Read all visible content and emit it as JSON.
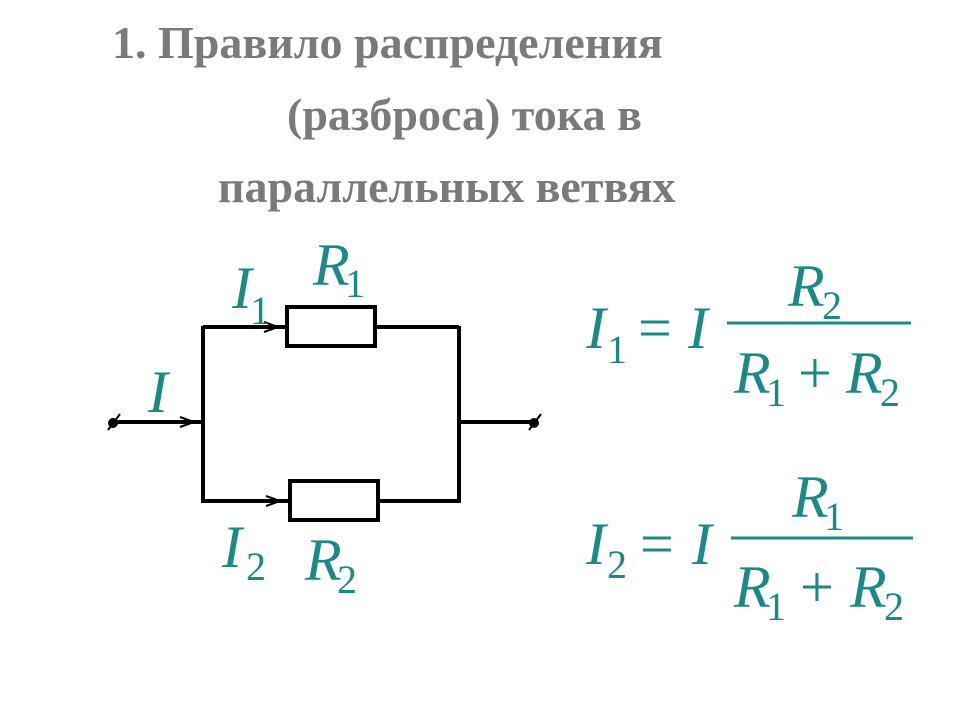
{
  "title": {
    "line1": "1. Правило распределения",
    "line2": "(разброса) тока в",
    "line3": "параллельных ветвях"
  },
  "circuit": {
    "R1_main": "R",
    "R1_sub": "1",
    "R2_main": "R",
    "R2_sub": "2",
    "I_main": "I",
    "I1_main": "I",
    "I1_sub": "1",
    "I2_main": "I",
    "I2_sub": "2"
  },
  "formula1": {
    "lhs_main": "I",
    "lhs_sub": "1",
    "eq": "=",
    "factor": "I",
    "num_main": "R",
    "num_sub": "2",
    "den_a_main": "R",
    "den_a_sub": "1",
    "plus": "+",
    "den_b_main": "R",
    "den_b_sub": "2"
  },
  "formula2": {
    "lhs_main": "I",
    "lhs_sub": "2",
    "eq": "=",
    "factor": "I",
    "num_main": "R",
    "num_sub": "1",
    "den_a_main": "R",
    "den_a_sub": "1",
    "plus": "+",
    "den_b_main": "R",
    "den_b_sub": "2"
  },
  "colors": {
    "title": "#7a7a7a",
    "math": "#1b8a87",
    "wire": "#000000"
  }
}
